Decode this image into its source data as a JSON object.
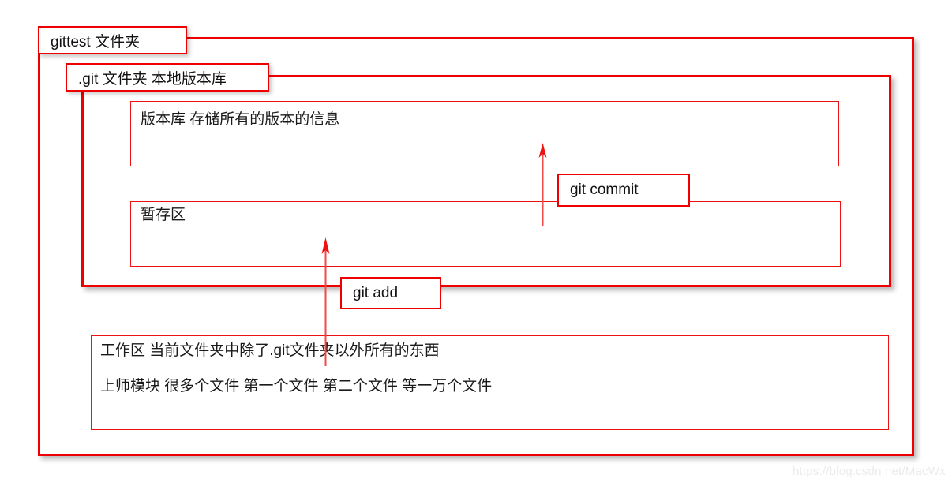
{
  "diagram": {
    "title_note": "Git repository structure diagram",
    "outer_container": {
      "label": "gittest 文件夹"
    },
    "git_container": {
      "label": ".git 文件夹 本地版本库"
    },
    "boxes": {
      "repository": {
        "label": "版本库  存储所有的版本的信息"
      },
      "staging": {
        "label": "暂存区"
      },
      "workspace": {
        "line1": "工作区  当前文件夹中除了.git文件夹以外所有的东西",
        "line2": "上师模块 很多个文件  第一个文件  第二个文件  等一万个文件"
      }
    },
    "commands": {
      "commit": "git commit",
      "add": "git add"
    },
    "watermark": "https://blog.csdn.net/MacWx",
    "colors": {
      "border_red": "#ee0000",
      "thin_red": "#ee1111",
      "text": "#1a1a1a",
      "background": "#ffffff",
      "watermark": "#ebebeb"
    }
  }
}
